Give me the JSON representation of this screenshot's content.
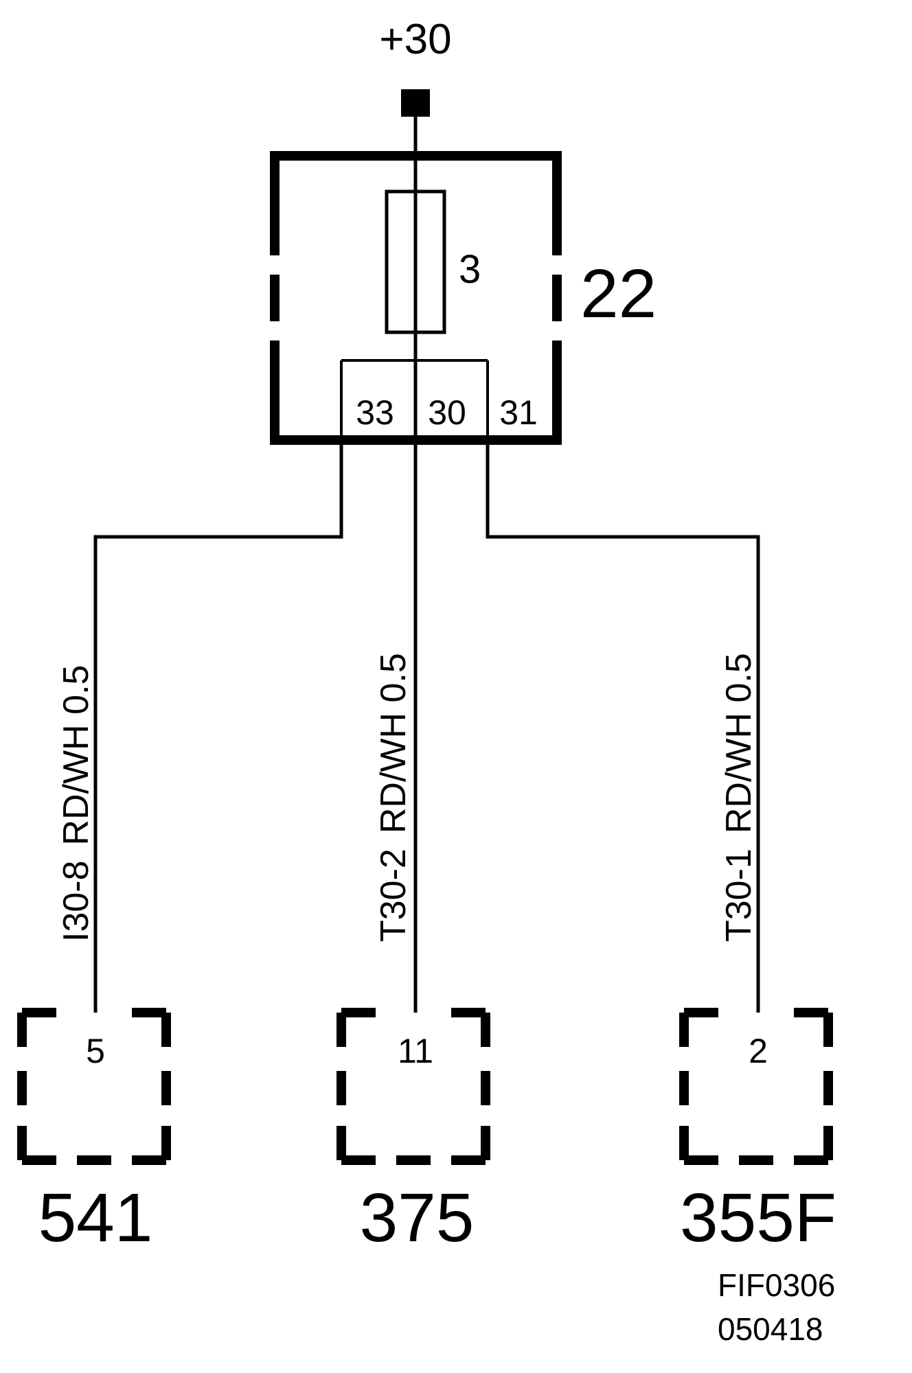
{
  "supply": {
    "label": "+30"
  },
  "fuse_box": {
    "id": "22",
    "fuse_number": "3",
    "terminals": [
      "33",
      "30",
      "31"
    ]
  },
  "wires": [
    {
      "code": "I30-8",
      "spec": "RD/WH 0.5"
    },
    {
      "code": "T30-2",
      "spec": "RD/WH 0.5"
    },
    {
      "code": "T30-1",
      "spec": "RD/WH 0.5"
    }
  ],
  "components": [
    {
      "pin": "5",
      "id": "541"
    },
    {
      "pin": "11",
      "id": "375"
    },
    {
      "pin": "2",
      "id": "355F"
    }
  ],
  "figure_ref": {
    "code": "FIF0306",
    "date": "050418"
  }
}
